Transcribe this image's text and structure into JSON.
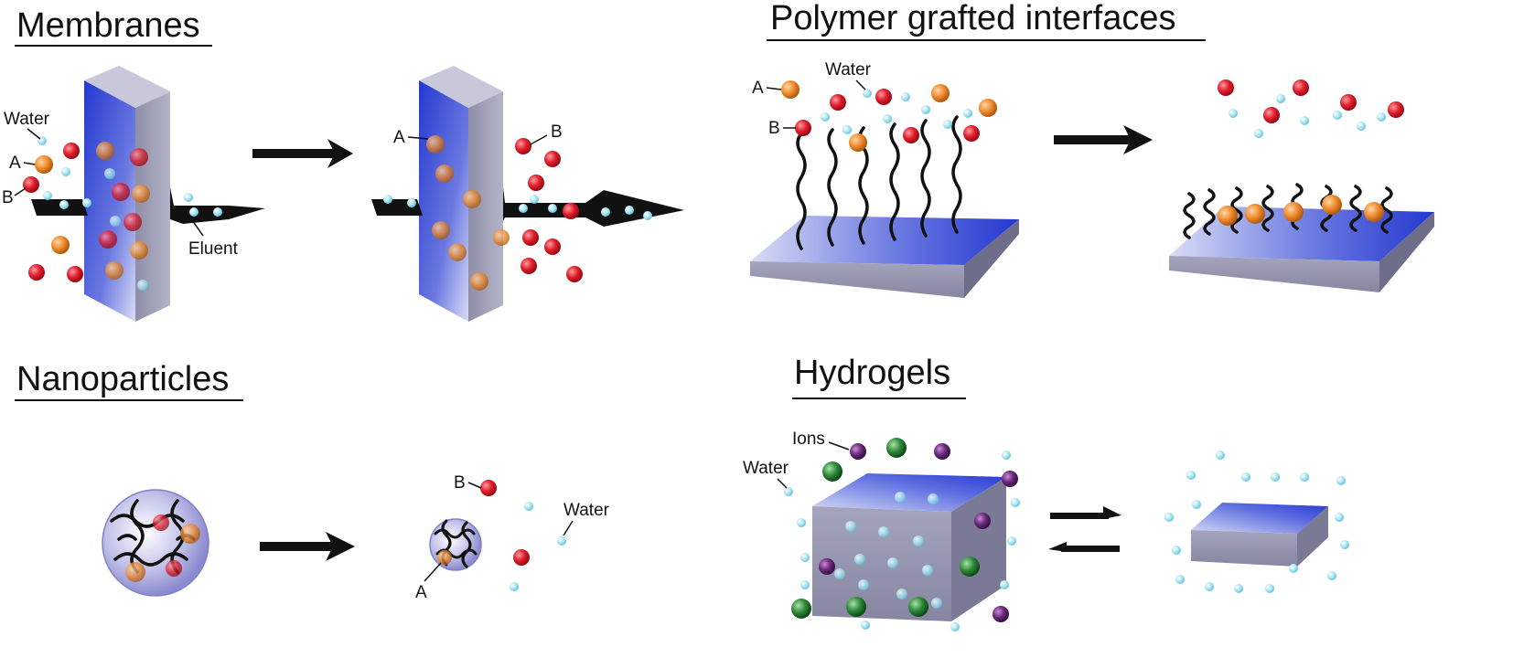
{
  "panels": {
    "membranes": {
      "title": "Membranes",
      "labels": {
        "water": "Water",
        "a": "A",
        "b": "B",
        "eluent": "Eluent"
      },
      "labels_after": {
        "a": "A",
        "b": "B"
      }
    },
    "polymer": {
      "title": "Polymer grafted interfaces",
      "labels": {
        "a": "A",
        "b": "B",
        "water": "Water"
      }
    },
    "nanoparticles": {
      "title": "Nanoparticles",
      "labels": {
        "b": "B",
        "water": "Water",
        "a": "A"
      }
    },
    "hydrogels": {
      "title": "Hydrogels",
      "labels": {
        "ions": "Ions",
        "water": "Water"
      }
    }
  },
  "colors": {
    "particle_a": "#f08c2e",
    "particle_b": "#e01e2c",
    "water": "#a8e4f2",
    "ion_purple": "#6a2a7a",
    "ion_green": "#2e8a3a",
    "membrane_front": "#3a4fd6",
    "slab_side": "#8e8ea8",
    "arrow": "#111111"
  },
  "icons": [
    "right-arrow-icon",
    "reversible-arrows-icon"
  ]
}
